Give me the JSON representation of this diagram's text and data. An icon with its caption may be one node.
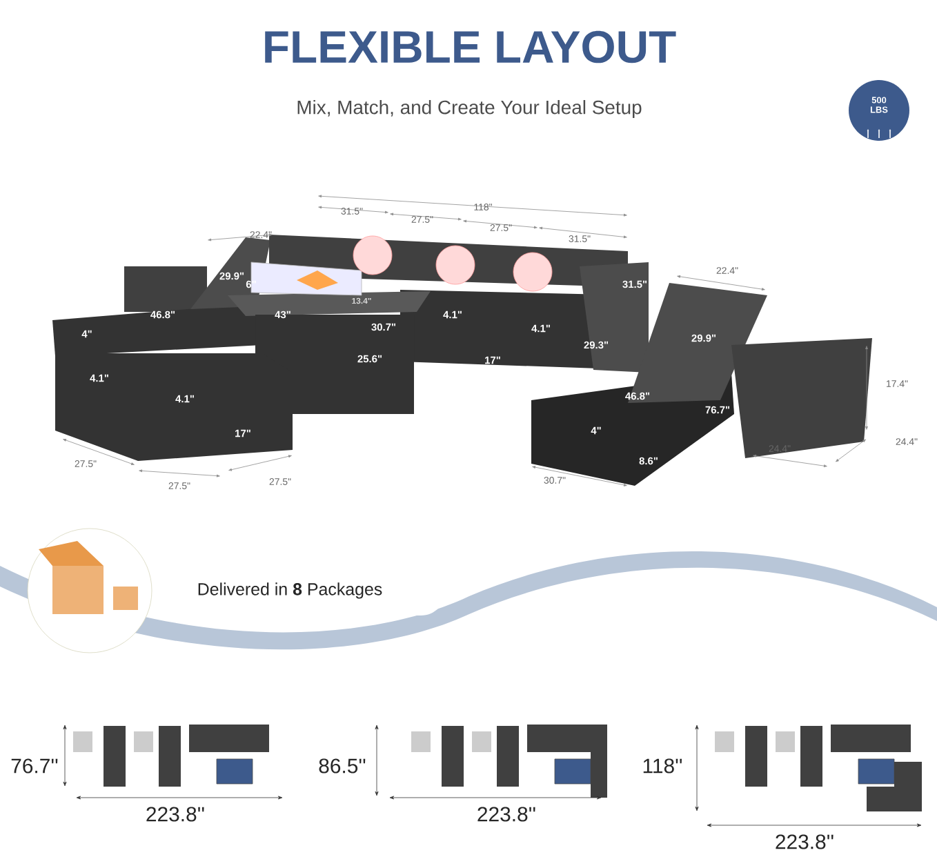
{
  "diagram": {
    "title": "FLEXIBLE LAYOUT",
    "caption": "Mix, Match, and Create Your Ideal Setup",
    "labels": [
      "500 LBS",
      "118\"",
      "31.5\"",
      "27.5\"",
      "27.5\"",
      "31.5\"",
      "22.4\"",
      "22.4\"",
      "29.9\"",
      "6\"",
      "13.4\"",
      "43\"",
      "30.7\"",
      "31.5\"",
      "29.9\"",
      "46.8\"",
      "4\"",
      "4.1\"",
      "4.1\"",
      "29.3\"",
      "25.6\"",
      "17\"",
      "17.4\"",
      "4.1\"",
      "4.1\"",
      "46.8\"",
      "76.7\"",
      "17\"",
      "4\"",
      "24.4\"",
      "24.4\"",
      "27.5\"",
      "8.6\"",
      "27.5\"",
      "27.5\"",
      "30.7\"",
      "Delivered in **8** Packages",
      "76.7''",
      "223.8''",
      "86.5''",
      "223.8''",
      "118''",
      "223.8''"
    ]
  }
}
